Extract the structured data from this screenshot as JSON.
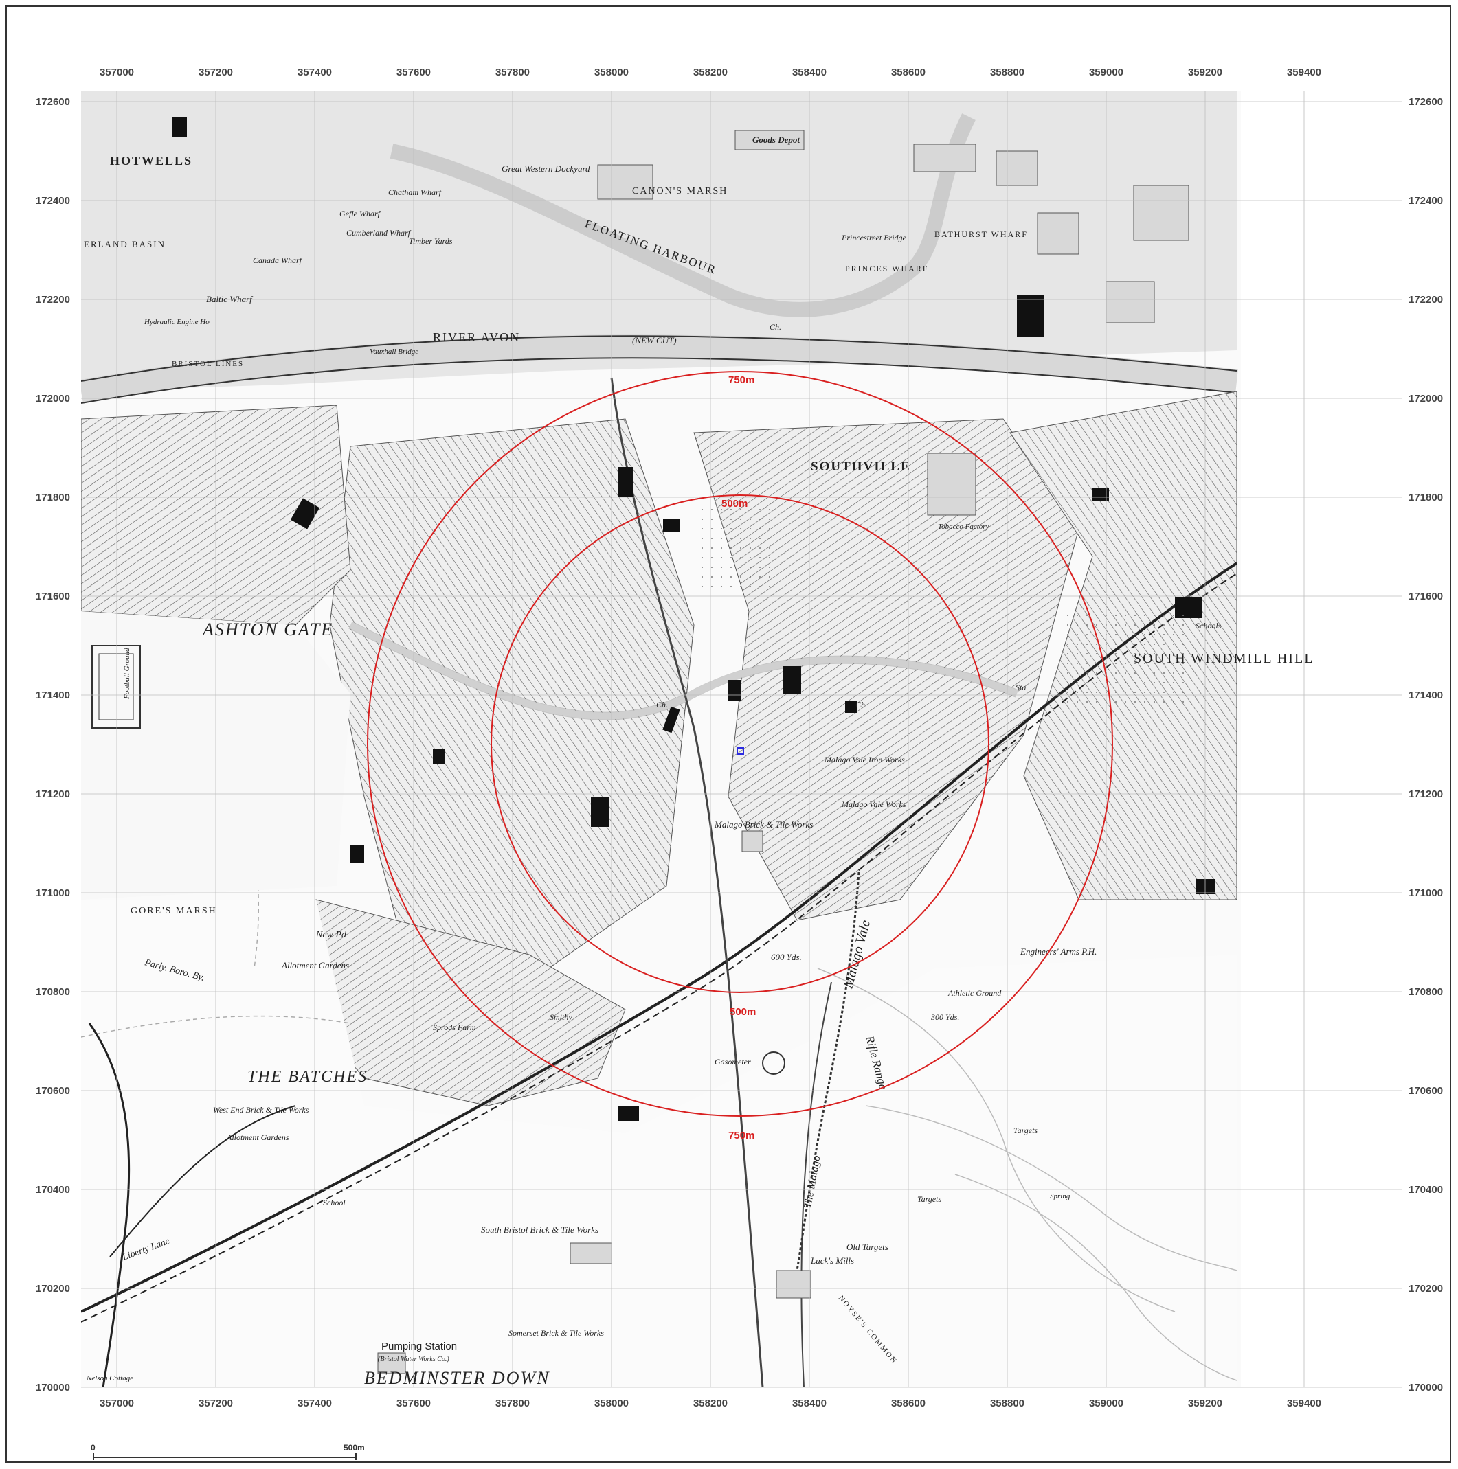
{
  "grid": {
    "x_ticks": [
      "357000",
      "357200",
      "357400",
      "357600",
      "357800",
      "358000",
      "358200",
      "358400",
      "358600",
      "358800",
      "359000",
      "359200",
      "359400"
    ],
    "y_ticks": [
      "172600",
      "172400",
      "172200",
      "172000",
      "171800",
      "171600",
      "171400",
      "171200",
      "171000",
      "170800",
      "170600",
      "170400",
      "170200",
      "170000"
    ]
  },
  "buffers": {
    "outer_label": "750m",
    "inner_label": "500m",
    "ring_color": "#d92020",
    "site_color": "#2a2ae0"
  },
  "scale_bar": {
    "start_label": "0",
    "end_label": "500m"
  },
  "place_labels": {
    "hotwells": "HOTWELLS",
    "river_avon": "RIVER AVON",
    "new_cut": "(NEW CUT)",
    "floating_harbour": "FLOATING HARBOUR",
    "great_western_dockyard": "Great Western Dockyard",
    "goods_depot": "Goods Depot",
    "canons_marsh": "CANON'S MARSH",
    "bathurst_wharf": "BATHURST WHARF",
    "princes_wharf": "PRINCES WHARF",
    "princes_street_bridge": "Princestreet Bridge",
    "cumberland_basin": "ERLAND BASIN",
    "chatham_wharf": "Chatham Wharf",
    "gefle_wharf": "Gefle Wharf",
    "cumberland_wharf": "Cumberland Wharf",
    "canada_wharf": "Canada Wharf",
    "timber_yards": "Timber Yards",
    "baltic_wharf": "Baltic Wharf",
    "hydraulic_engine_ho": "Hydraulic Engine Ho",
    "bristol_lines": "BRISTOL LINES",
    "vauxhall_bridge": "Vauxhall Bridge",
    "southville": "SOUTHVILLE",
    "tobacco_factory": "Tobacco Factory",
    "ashton_gate": "ASHTON GATE",
    "football_ground": "Football Ground",
    "south_windmill_hill": "SOUTH WINDMILL HILL",
    "schools": "Schools",
    "malago_vale_iron_works": "Malago Vale Iron Works",
    "malago_vale_works": "Malago Vale Works",
    "malago_brick_tile_works": "Malago Brick & Tile Works",
    "gores_marsh": "GORE'S MARSH",
    "new_pd": "New Pd",
    "allotment_gardens": "Allotment Gardens",
    "parly_boro_by": "Parly. Boro. By.",
    "six_hundred_yds": "600 Yds.",
    "athletic_ground": "Athletic Ground",
    "three_hundred_yds": "300 Yds.",
    "rifle_range": "Rifle Range",
    "engineers_arms": "Engineers' Arms P.H.",
    "the_batches": "THE BATCHES",
    "west_end_brick": "West End Brick & Tile Works",
    "sprods_farm": "Sprods Farm",
    "smithy": "Smithy",
    "gasometer": "Gasometer",
    "the_malago": "The Malago",
    "malago_vale": "Malago Vale",
    "targets": "Targets",
    "spring": "Spring",
    "south_bristol_brick": "South Bristol Brick & Tile Works",
    "liberty_lane": "Liberty Lane",
    "school": "School",
    "old_targets": "Old Targets",
    "lucks_mills": "Luck's Mills",
    "noyses_common": "NOYSE'S COMMON",
    "pumping_station": "Pumping Station",
    "bristol_water_works": "(Bristol Water Works Co.)",
    "somerset_brick": "Somerset Brick & Tile Works",
    "bedminster_down": "BEDMINSTER DOWN",
    "nelson_cottage": "Nelson Cottage",
    "ch": "Ch.",
    "sta": "Sta."
  }
}
